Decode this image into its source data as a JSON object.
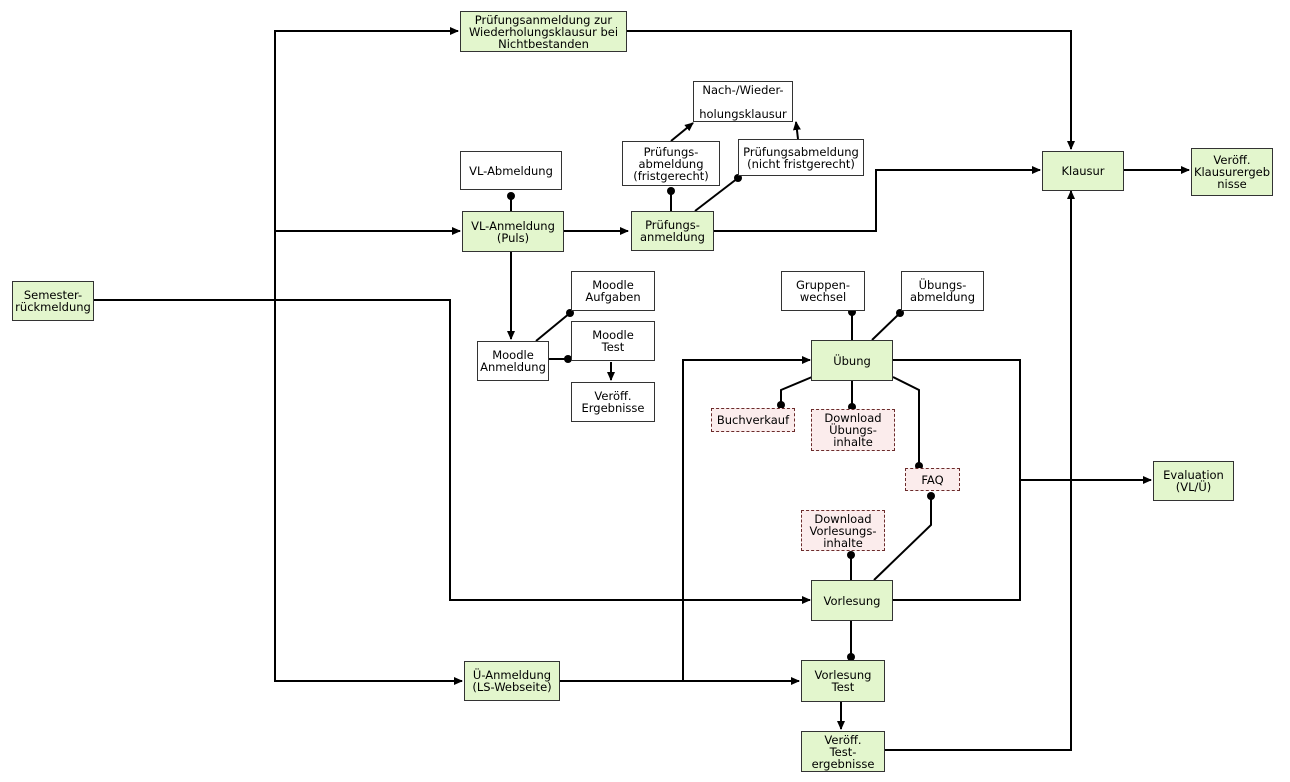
{
  "colors": {
    "green_fill": "#e3f6cd",
    "plain_fill": "#ffffff",
    "optional_fill": "#fbecec",
    "line": "#000000"
  },
  "nodes": {
    "semester": "Semester-\nrückmeldung",
    "pruefung_wdh": "Prüfungsanmeldung  zur\nWiederholungsklausur bei\nNichtbestanden",
    "vl_abmeldung": "VL-Abmeldung",
    "vl_anmeldung": "VL-Anmeldung\n(Puls)",
    "pruef_abm_frist": "Prüfungs-\nabmeldung\n(fristgerecht)",
    "nachklausur": "Nach-/Wieder-\n\nholungsklausur",
    "pruef_abm_nicht": "Prüfungsabmeldung\n(nicht fristgerecht)",
    "pruef_anmeldung": "Prüfungs-\nanmeldung",
    "klausur": "Klausur",
    "klausur_erg": "Veröff.\nKlausurergeb\nnisse",
    "moodle_aufgaben": "Moodle\nAufgaben",
    "moodle_test": "Moodle\nTest",
    "moodle_anm": "Moodle\nAnmeldung",
    "veroeff_erg": "Veröff.\nErgebnisse",
    "gruppenwechsel": "Gruppen-\nwechsel",
    "uebungsabm": "Übungs-\nabmeldung",
    "uebung": "Übung",
    "buchverkauf": "Buchverkauf",
    "download_ueb": "Download\nÜbungs-\ninhalte",
    "faq": "FAQ",
    "evaluation": "Evaluation\n(VL/Ü)",
    "download_vl": "Download\nVorlesungs-\ninhalte",
    "vorlesung": "Vorlesung",
    "ue_anmeldung": "Ü-Anmeldung\n(LS-Webseite)",
    "vl_test": "Vorlesung\nTest",
    "test_erg": "Veröff.\nTest-\nergebnisse"
  }
}
